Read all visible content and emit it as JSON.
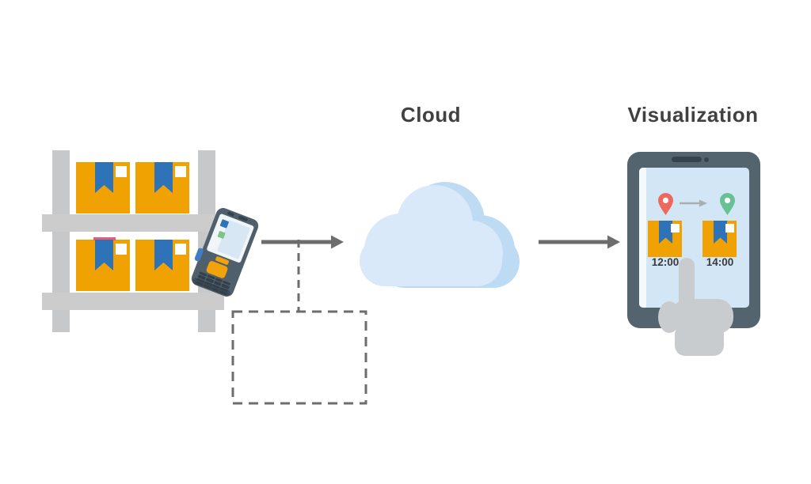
{
  "flow": {
    "warehouse": {
      "name": "warehouse-shelf",
      "levels": 2,
      "boxes": 4
    },
    "scanner": {
      "name": "handheld-barcode-scanner"
    },
    "cloud": {
      "label": "Cloud"
    },
    "visualization": {
      "label": "Visualization",
      "device": "tablet",
      "origin": {
        "pin": "red-location-pin",
        "pin_color": "#EE685D",
        "time": "12:00"
      },
      "destination": {
        "pin": "green-location-pin",
        "pin_color": "#68C192",
        "time": "14:00"
      }
    },
    "placeholder_box": {
      "shape": "dashed-rectangle",
      "label": ""
    },
    "edges": [
      {
        "from": "scanner",
        "to": "cloud",
        "style": "solid-arrow"
      },
      {
        "from": "cloud",
        "to": "visualization",
        "style": "solid-arrow"
      },
      {
        "from": "scanner-to-cloud-arrow",
        "to": "placeholder_box",
        "style": "dashed-line"
      }
    ]
  },
  "colors": {
    "box_orange": "#F0A202",
    "ribbon_blue": "#2E72B8",
    "shelf_gray": "#CCCCCC",
    "scanner_slate": "#4F5F6B",
    "tablet_slate": "#53646F",
    "cloud_fill": "#D9E9FA",
    "cloud_shade": "#BEDBF4",
    "screen_blue": "#D3E6F6",
    "arrow_gray": "#6D6D6D",
    "hand_gray": "#C9CCCE",
    "label_text": "#414042",
    "time_text": "#3A3A3A"
  }
}
